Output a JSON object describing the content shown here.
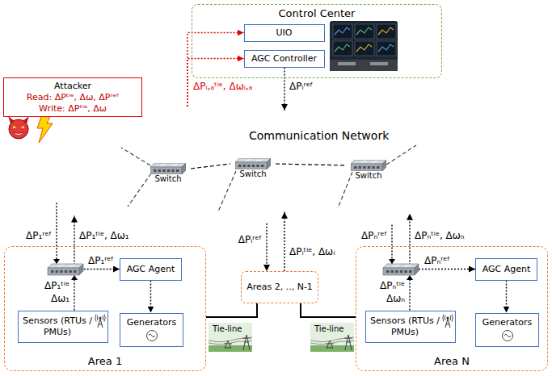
{
  "diagram": {
    "nodes": [
      {
        "text": [
          "Control Center"
        ]
      },
      {
        "text": [
          "UIO"
        ],
        "in": 0
      },
      {
        "text": [
          "AGC Controller"
        ],
        "in": 0
      },
      {
        "text": [
          "Attacker",
          "Read: ΔPᵗⁱᵉ, Δω, ΔPʳᵉᶠ",
          "Write: ΔPᵗⁱᵉ, Δω"
        ]
      },
      {
        "text": [
          "Communication Network"
        ]
      },
      {
        "text": [
          "Switch"
        ],
        "in": 4
      },
      {
        "text": [
          "Switch"
        ],
        "in": 4
      },
      {
        "text": [
          "Switch"
        ],
        "in": 4
      },
      {
        "text": [
          "Area 1"
        ]
      },
      {
        "text": [
          "AGC Agent"
        ],
        "in": 8
      },
      {
        "text": [
          "Sensors (RTUs / PMUs)"
        ],
        "in": 8
      },
      {
        "text": [
          "Generators"
        ],
        "in": 8
      },
      {
        "text": [
          "Areas 2, .., N-1"
        ]
      },
      {
        "text": [
          "Area N"
        ]
      },
      {
        "text": [
          "AGC Agent"
        ],
        "in": 13
      },
      {
        "text": [
          "Sensors (RTUs / PMUs)"
        ],
        "in": 13
      },
      {
        "text": [
          "Generators"
        ],
        "in": 13
      }
    ],
    "edges": [
      {
        "from": 4,
        "to": 1,
        "arrow": "to",
        "label": "ΔPᵢ,ₐᵗⁱᵉ, Δωᵢ,ₐ"
      },
      {
        "from": 4,
        "to": 2,
        "arrow": "to"
      },
      {
        "from": 2,
        "to": 4,
        "arrow": "to",
        "label": "ΔPᵢʳᵉᶠ"
      },
      {
        "from": 5,
        "to": 6,
        "arrow": "none"
      },
      {
        "from": 6,
        "to": 7,
        "arrow": "none"
      },
      {
        "from": 4,
        "to": 9,
        "arrow": "to",
        "label": "ΔP₁ʳᵉᶠ"
      },
      {
        "from": 10,
        "to": 4,
        "arrow": "to",
        "label": "ΔP₁ᵗⁱᵉ, Δω₁"
      },
      {
        "from": 9,
        "to": 11,
        "arrow": "to"
      },
      {
        "from": 4,
        "to": 12,
        "arrow": "to",
        "label": "ΔPᵢʳᵉᶠ"
      },
      {
        "from": 12,
        "to": 4,
        "arrow": "to",
        "label": "ΔPᵢᵗⁱᵉ, Δωᵢ"
      },
      {
        "from": 4,
        "to": 14,
        "arrow": "to",
        "label": "ΔPₙʳᵉᶠ"
      },
      {
        "from": 15,
        "to": 4,
        "arrow": "to",
        "label": "ΔPₙᵗⁱᵉ, Δωₙ"
      },
      {
        "from": 14,
        "to": 16,
        "arrow": "to"
      },
      {
        "from": 8,
        "to": 12,
        "arrow": "none"
      },
      {
        "from": 12,
        "to": 13,
        "arrow": "none"
      }
    ],
    "labels": [
      "ΔP₁ʳᵉᶠ",
      "ΔP₁ᵗⁱᵉ",
      "Δω₁",
      "Tie-line",
      "Tie-line",
      "ΔPₙʳᵉᶠ",
      "ΔPₙᵗⁱᵉ",
      "Δωₙ"
    ]
  }
}
